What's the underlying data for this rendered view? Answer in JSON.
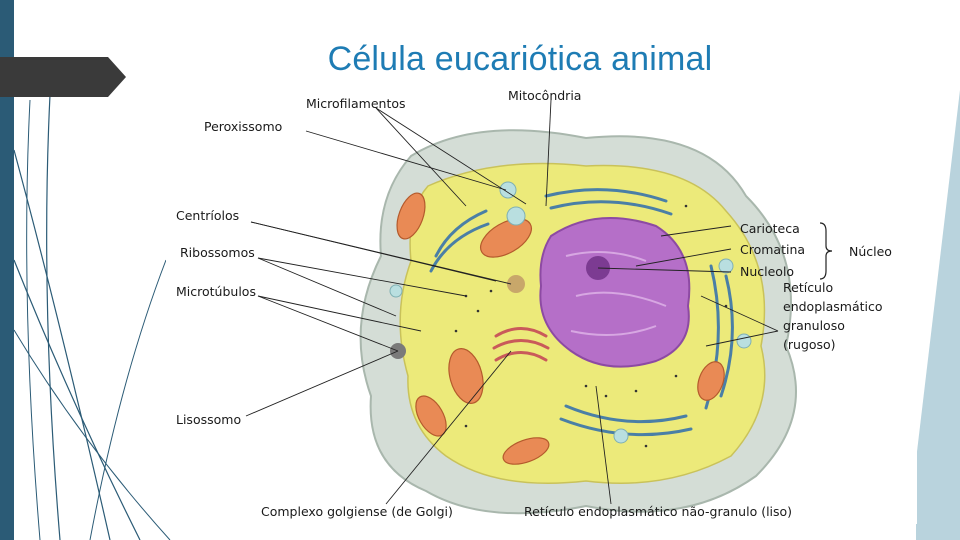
{
  "slide": {
    "title": "Célula eucariótica animal"
  },
  "colors": {
    "sidebar": "#2b5b76",
    "title": "#1e7cb4",
    "cytoplasm": "#ecea7a",
    "membrane": "#c9d7cf",
    "nucleus": "#b56fc8",
    "mitochondria": "#e98a55",
    "er": "#4a7fa6"
  },
  "diagram": {
    "labels": {
      "microfilamentos": "Microfilamentos",
      "mitocondria": "Mitocôndria",
      "peroxissomo": "Peroxissomo",
      "centriolos": "Centríolos",
      "ribossomos": "Ribossomos",
      "microtubulos": "Microtúbulos",
      "lisossomo": "Lisossomo",
      "carioteca": "Carioteca",
      "cromatina": "Cromatina",
      "nucleolo": "Nucleolo",
      "nucleo": "Núcleo",
      "reticulo_granuloso_1": "Retículo",
      "reticulo_granuloso_2": "endoplasmático",
      "reticulo_granuloso_3": "granuloso",
      "reticulo_granuloso_4": "(rugoso)",
      "golgi": "Complexo golgiense (de Golgi)",
      "reticulo_liso": "Retículo endoplasmático não-granulo (liso)"
    }
  }
}
